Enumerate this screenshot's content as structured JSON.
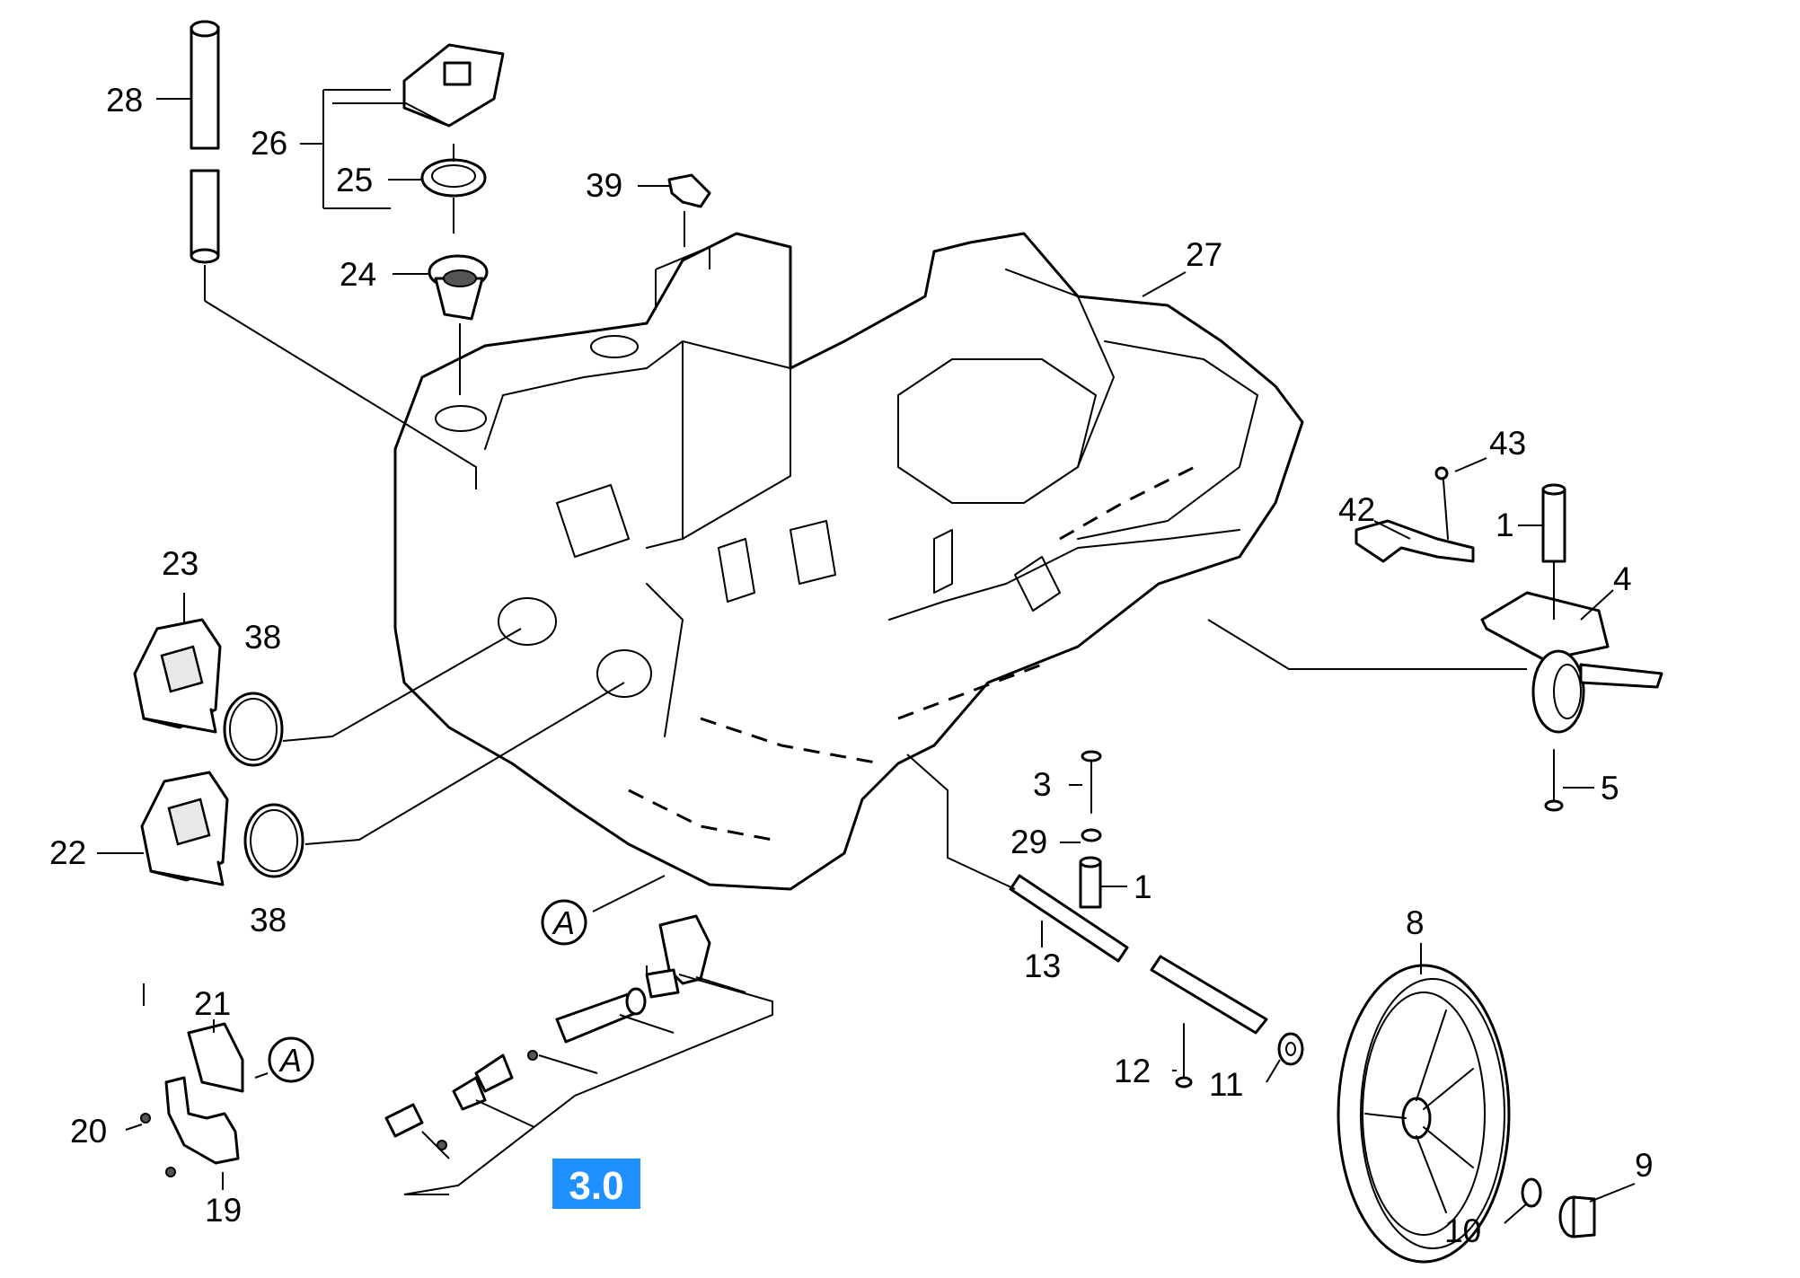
{
  "labels": {
    "n1a": "1",
    "n1b": "1",
    "n3": "3",
    "n4": "4",
    "n5": "5",
    "n8": "8",
    "n9": "9",
    "n10": "10",
    "n11": "11",
    "n12": "12",
    "n13": "13",
    "n19": "19",
    "n20": "20",
    "n21": "21",
    "n22": "22",
    "n23": "23",
    "n24": "24",
    "n25": "25",
    "n26": "26",
    "n27": "27",
    "n28": "28",
    "n29": "29",
    "n38a": "38",
    "n38b": "38",
    "n39": "39",
    "n42": "42",
    "n43": "43"
  },
  "callouts": {
    "a1": "A",
    "a2": "A"
  },
  "section_badge": {
    "text": "3.0",
    "color": "#1e90ff",
    "text_color": "#ffffff"
  }
}
